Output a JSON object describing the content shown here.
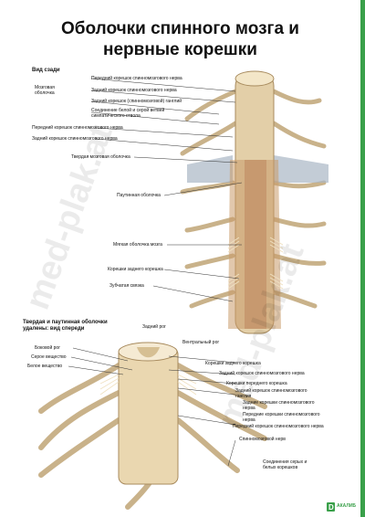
{
  "title_line1": "Оболочки спинного мозга и",
  "title_line2": "нервные корешки",
  "colors": {
    "green_bar": "#3aa04a",
    "nerve": "#d9c39a",
    "dura": "#c89a6a",
    "line": "#333333"
  },
  "top": {
    "view": "Вид сзади",
    "group_label_1": "Мозговая",
    "group_label_2": "оболочка",
    "labels": [
      "Передний корешок спинномозгового нерва",
      "Задний корешок спинномозгового нерва",
      "Задний корешок (спинномозговой) ганглий",
      "Соединение белой и серой ветвей",
      "симпатического ствола",
      "Передний корешок спинномозгового нерва",
      "Задний корешок спинномозгового нерва",
      "Твердая мозговая оболочка",
      "Паутинная оболочка",
      "Мягкая оболочка мозга",
      "Корешки заднего корешка",
      "Зубчатая связка"
    ]
  },
  "bottom": {
    "heading_1": "Твердая и паутинная оболочки",
    "heading_2": "удалены: вид спереди",
    "left_labels": [
      "Боковой рог",
      "Серое вещество",
      "Белое вещество"
    ],
    "top_labels": [
      "Задний рог",
      "Вентральный рог"
    ],
    "right_labels": [
      "Корешки заднего корешка",
      "Задний корешок спинномозгового нерва",
      "Корешки переднего корешка",
      "Задний корешок спинномозгового",
      "ганглия",
      "Задние корешки спинномозгового",
      "нерва",
      "Передние корешки спинномозгового",
      "нерва",
      "Передний корешок спинномозгового нерва",
      "Спинномозговой нерв",
      "Соединения серых и",
      "белых корешков"
    ]
  },
  "watermark": "med-plak.at",
  "logo_text": "АКАЛИБ"
}
